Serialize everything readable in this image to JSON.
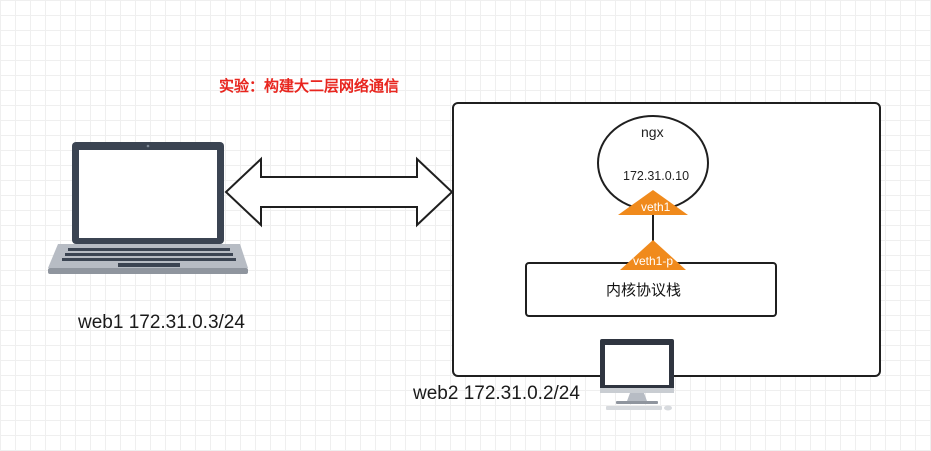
{
  "title": "实验：构建大二层网络通信",
  "web1": {
    "label": "web1 172.31.0.3/24"
  },
  "web2": {
    "label": "web2 172.31.0.2/24"
  },
  "container": {
    "name": "ngx",
    "ip": "172.31.0.10"
  },
  "interfaces": {
    "inner": "veth1",
    "peer": "veth1-p"
  },
  "kernel": {
    "label": "内核协议栈"
  },
  "colors": {
    "title": "#e8261f",
    "interface_fill": "#f08a1c",
    "stroke": "#1f1f1f"
  },
  "icons": [
    "laptop-icon",
    "desktop-monitor-icon",
    "double-arrow"
  ]
}
